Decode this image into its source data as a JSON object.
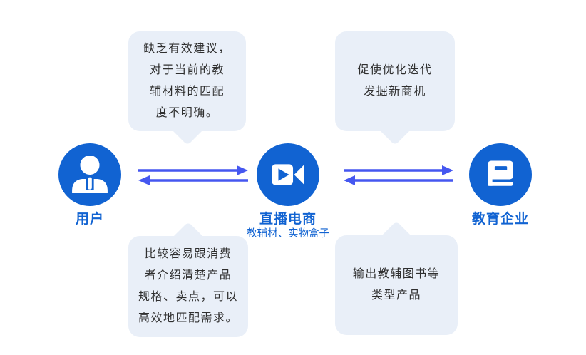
{
  "colors": {
    "accent_blue": "#1163d2",
    "arrow_blue": "#4557f0",
    "bubble_bg": "#e9eff8",
    "bubble_text": "#2f2f2f"
  },
  "bubbles": {
    "top_left": "缺乏有效建议，\n对于当前的教\n辅材料的匹配\n度不明确。",
    "top_right": "促使优化迭代\n发掘新商机",
    "bottom_left": "比较容易跟消费\n者介绍清楚产品\n规格、卖点，可以\n高效地匹配需求。",
    "bottom_right": "输出教辅图书等\n类型产品"
  },
  "entities": [
    {
      "id": "user",
      "label": "用户",
      "icon": "user-icon"
    },
    {
      "id": "live-commerce",
      "label": "直播电商",
      "sublabel": "教辅材、实物盒子",
      "icon": "video-camera-icon"
    },
    {
      "id": "education-enterprise",
      "label": "教育企业",
      "icon": "book-icon"
    }
  ]
}
